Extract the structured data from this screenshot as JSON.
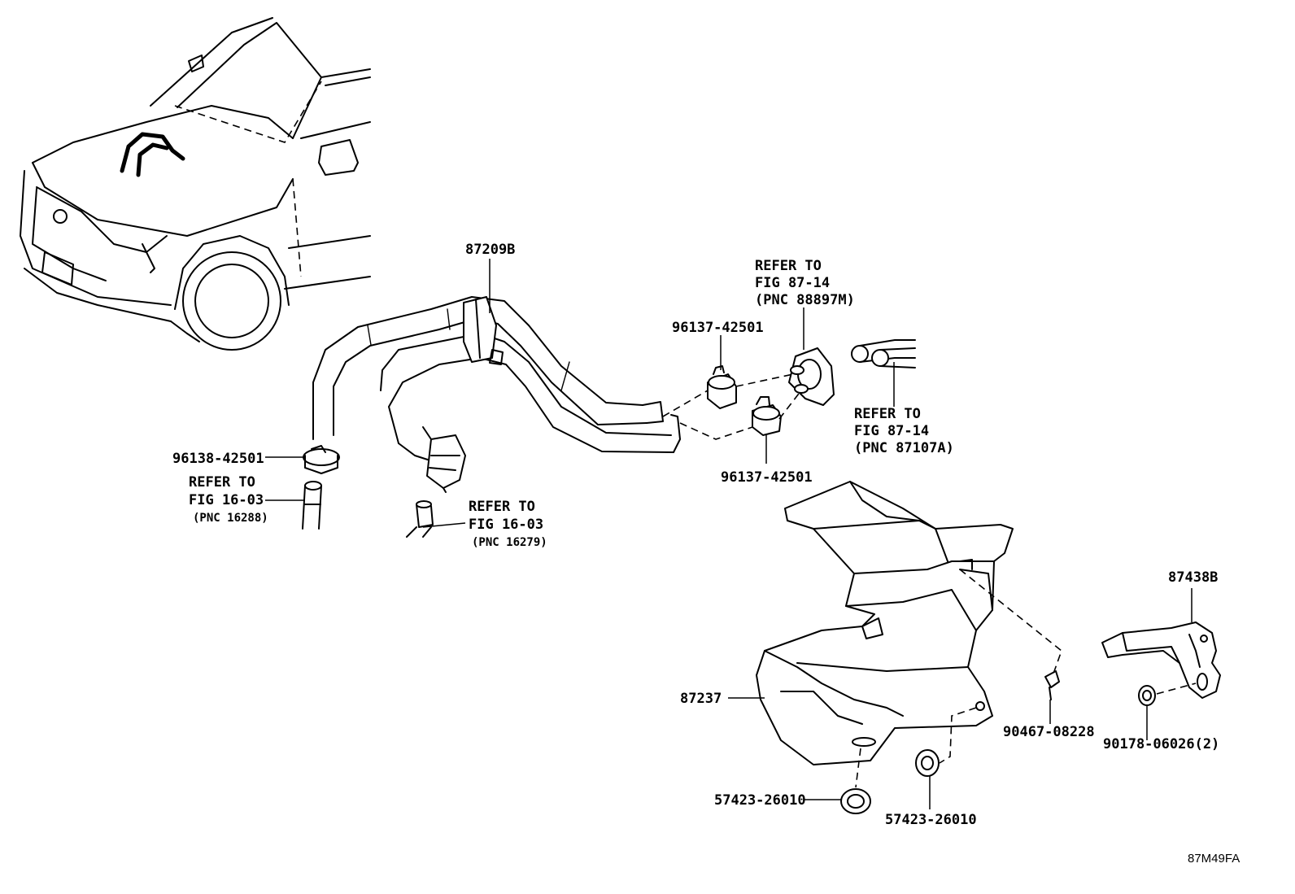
{
  "diagram_code": "87M49FA",
  "parts": {
    "hose_assy": "87209B",
    "clamp_upper": "96137-42501",
    "clamp_lower": "96137-42501",
    "clamp_left": "96138-42501",
    "shield": "87237",
    "bracket": "87438B",
    "clip": "90467-08228",
    "nut": "90178-06026(2)",
    "grommet_left": "57423-26010",
    "grommet_right": "57423-26010"
  },
  "refs": {
    "ref_88897m": [
      "REFER TO",
      "FIG 87-14",
      "(PNC 88897M)"
    ],
    "ref_87107a": [
      "REFER TO",
      "FIG 87-14",
      "(PNC 87107A)"
    ],
    "ref_16288": [
      "REFER TO",
      "FIG 16-03",
      "(PNC 16288)"
    ],
    "ref_16279": [
      "REFER TO",
      "FIG 16-03",
      "(PNC 16279)"
    ]
  }
}
